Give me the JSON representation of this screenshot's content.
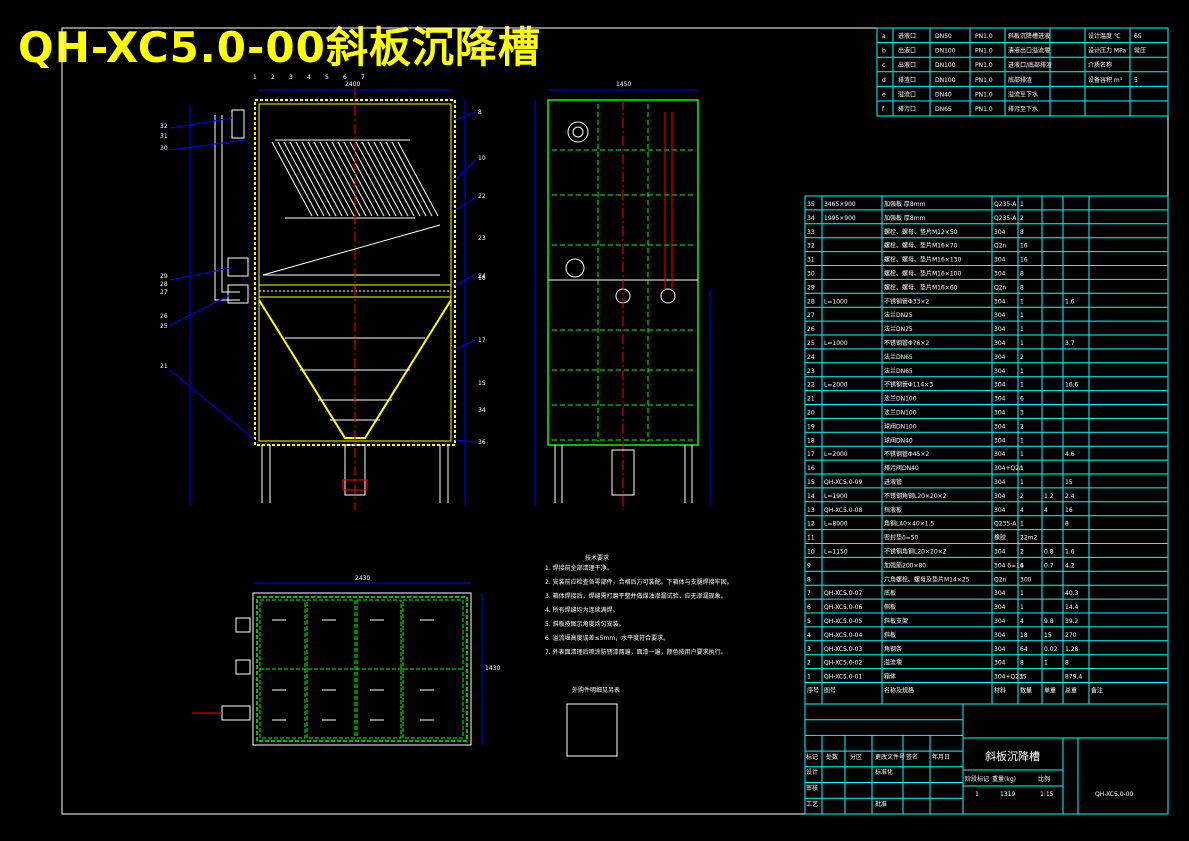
{
  "drawing": {
    "title": "QH-XC5.0-00斜板沉降槽",
    "drawing_no": "QH-XC5.0-00",
    "name": "斜板沉降槽",
    "scale": "1",
    "weight": "1319",
    "ratio": "1:15"
  },
  "params": {
    "rows": [
      [
        "设计温度 ℃",
        "65"
      ],
      [
        "设计压力 MPa",
        "常压"
      ],
      [
        "介质名称",
        ""
      ],
      [
        "设备容积 m³",
        "5"
      ]
    ]
  },
  "nozzles": {
    "rows": [
      [
        "a",
        "进液口",
        "DN50",
        "PN1.0",
        "斜板沉降槽进液"
      ],
      [
        "b",
        "出液口",
        "DN100",
        "PN1.0",
        "清液出口溢流堰"
      ],
      [
        "c",
        "出液口",
        "DN100",
        "PN1.0",
        "进液口/底部排渣"
      ],
      [
        "d",
        "排渣口",
        "DN100",
        "PN1.0",
        "底部排渣"
      ],
      [
        "e",
        "溢流口",
        "DN40",
        "PN1.0",
        "溢流至下水"
      ],
      [
        "f",
        "排污口",
        "DN65",
        "PN1.0",
        "排污至下水"
      ]
    ]
  },
  "bom": {
    "headers": [
      "序号",
      "图号",
      "名称及规格",
      "材料",
      "数量",
      "单重",
      "总重",
      "备注"
    ],
    "rows": [
      [
        "35",
        "3465×900",
        "加强板 厚8mm",
        "Q235-A",
        "1",
        "",
        "",
        ""
      ],
      [
        "34",
        "1995×900",
        "加强板 厚8mm",
        "Q235-A",
        "2",
        "",
        "",
        ""
      ],
      [
        "33",
        "",
        "螺栓、螺母、垫片M12×50",
        "304",
        "8",
        "",
        "",
        ""
      ],
      [
        "32",
        "",
        "螺栓、螺母、垫片M16×70",
        "Q2n",
        "16",
        "",
        "",
        ""
      ],
      [
        "31",
        "",
        "螺栓、螺母、垫片M16×130",
        "304",
        "16",
        "",
        "",
        ""
      ],
      [
        "30",
        "",
        "螺栓、螺母、垫片M16×100",
        "304",
        "8",
        "",
        "",
        ""
      ],
      [
        "29",
        "",
        "螺栓、螺母、垫片M16×60",
        "Q2n",
        "8",
        "",
        "",
        ""
      ],
      [
        "28",
        "L=1000",
        "不锈钢管Φ33×2",
        "304",
        "1",
        "",
        "1.6",
        ""
      ],
      [
        "27",
        "",
        "法兰DN25",
        "304",
        "1",
        "",
        "",
        ""
      ],
      [
        "26",
        "",
        "法兰DN25",
        "304",
        "1",
        "",
        "",
        ""
      ],
      [
        "25",
        "L=1000",
        "不锈钢管Φ76×2",
        "304",
        "1",
        "",
        "3.7",
        ""
      ],
      [
        "24",
        "",
        "法兰DN65",
        "304",
        "2",
        "",
        "",
        ""
      ],
      [
        "23",
        "",
        "法兰DN65",
        "304",
        "1",
        "",
        "",
        ""
      ],
      [
        "22",
        "L=2000",
        "不锈钢管Φ114×3",
        "304",
        "1",
        "",
        "16.6",
        ""
      ],
      [
        "21",
        "",
        "法兰DN100",
        "304",
        "6",
        "",
        "",
        ""
      ],
      [
        "20",
        "",
        "法兰DN100",
        "304",
        "3",
        "",
        "",
        ""
      ],
      [
        "19",
        "",
        "球阀DN100",
        "304",
        "2",
        "",
        "",
        ""
      ],
      [
        "18",
        "",
        "球阀DN40",
        "304",
        "1",
        "",
        "",
        ""
      ],
      [
        "17",
        "L=2000",
        "不锈钢管Φ45×2",
        "304",
        "1",
        "",
        "4.6",
        ""
      ],
      [
        "16",
        "",
        "排污阀DN40",
        "304+Q2n",
        "1",
        "",
        "",
        ""
      ],
      [
        "15",
        "QH-XC5.0-09",
        "进液管",
        "304",
        "1",
        "",
        "15",
        ""
      ],
      [
        "14",
        "L=1900",
        "不锈钢角钢L20×20×2",
        "304",
        "2",
        "1.2",
        "2.4",
        ""
      ],
      [
        "13",
        "QH-XC5.0-08",
        "挡液板",
        "304",
        "4",
        "4",
        "16",
        ""
      ],
      [
        "12",
        "L=8000",
        "角钢L40×40×1.5",
        "Q235-A",
        "1",
        "",
        "8",
        ""
      ],
      [
        "11",
        "",
        "密封垫δ=50",
        "橡胶",
        "22m2",
        "",
        "",
        ""
      ],
      [
        "10",
        "L=1150",
        "不锈钢角钢L20×20×2",
        "304",
        "2",
        "0.8",
        "1.6",
        ""
      ],
      [
        "9",
        "",
        "加强筋200×80",
        "304 δ=14",
        "6",
        "0.7",
        "4.2",
        ""
      ],
      [
        "8",
        "",
        "六角螺栓、螺母及垫片M14×25",
        "Q2n",
        "300",
        "",
        "",
        ""
      ],
      [
        "7",
        "QH-XC5.0-07",
        "底板",
        "304",
        "1",
        "",
        "40.3",
        ""
      ],
      [
        "6",
        "QH-XC5.0-06",
        "侧板",
        "304",
        "1",
        "",
        "14.4",
        ""
      ],
      [
        "5",
        "QH-XC5.0-05",
        "斜板支架",
        "304",
        "4",
        "9.8",
        "39.2",
        ""
      ],
      [
        "4",
        "QH-XC5.0-04",
        "斜板",
        "304",
        "18",
        "15",
        "270",
        ""
      ],
      [
        "3",
        "QH-XC5.0-03",
        "角钢条",
        "304",
        "64",
        "0.02",
        "1.28",
        ""
      ],
      [
        "2",
        "QH-XC5.0-02",
        "溢流堰",
        "304",
        "8",
        "1",
        "8",
        ""
      ],
      [
        "1",
        "QH-XC5.0-01",
        "箱体",
        "304+Q235",
        "1",
        "",
        "879.4",
        ""
      ]
    ]
  },
  "notes": {
    "title": "技术要求",
    "items": [
      "1. 焊接前全部清理干净。",
      "2. 安装前应检查各零部件，合格后方可装配。下箱体与支腿焊接牢固。",
      "3. 箱体焊接后，焊缝需打磨平整并做煤油渗漏试验，应无渗漏现象。",
      "4. 所有焊缝均为连续满焊。",
      "5. 斜板按图示角度均匀安装。",
      "6. 溢流堰高度误差≤5mm，水平度符合要求。",
      "7. 外表面清理后喷涂防锈漆两遍，面漆一遍，颜色按用户要求执行。"
    ],
    "box_label": "外购件明细见另表"
  },
  "titleblock": {
    "labels": [
      "标记",
      "处数",
      "分区",
      "更改文件号",
      "签名",
      "年月日",
      "设计",
      "标准化",
      "审核",
      "工艺",
      "批准",
      "阶段标记",
      "重量(kg)",
      "比例"
    ]
  },
  "dims": {
    "top_width": "2400",
    "side_width": "1450",
    "plan_width": "2430",
    "plan_depth": "1430"
  },
  "callouts_left": [
    "32",
    "31",
    "30",
    "29",
    "28",
    "27",
    "26",
    "25",
    "21"
  ],
  "callouts_top": [
    "1",
    "2",
    "3",
    "4",
    "5",
    "6",
    "7"
  ],
  "callouts_right": [
    "8",
    "10",
    "22",
    "23",
    "24",
    "16",
    "17",
    "15",
    "34",
    "36"
  ],
  "colors": {
    "background": "#000000",
    "title": "#ffff00",
    "frame": "#ffffff",
    "table": "#00ffff",
    "structure": "#ffff00",
    "internals": "#00ff00",
    "dims": "#0000ff",
    "centerline": "#ff0000"
  }
}
